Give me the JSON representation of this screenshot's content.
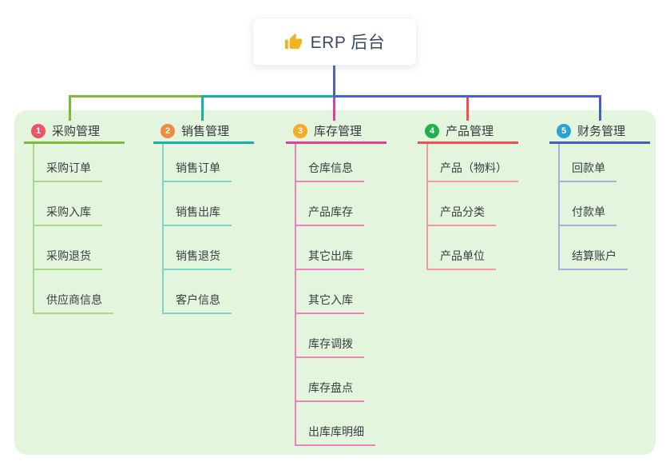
{
  "root": {
    "title": "ERP 后台",
    "icon": "thumbs-up-icon",
    "icon_color": "#f3b11b",
    "connector_color": "#4a60c4"
  },
  "panel": {
    "background": "#e3f5dd"
  },
  "branches": [
    {
      "index": "1",
      "label": "采购管理",
      "badge_color": "#ee5463",
      "line_color": "#7cb93e",
      "child_line_color": "#a9d88a",
      "children": [
        "采购订单",
        "采购入库",
        "采购退货",
        "供应商信息"
      ]
    },
    {
      "index": "2",
      "label": "销售管理",
      "badge_color": "#f08a3d",
      "line_color": "#14b3a6",
      "child_line_color": "#7fd3cb",
      "children": [
        "销售订单",
        "销售出库",
        "销售退货",
        "客户信息"
      ]
    },
    {
      "index": "3",
      "label": "库存管理",
      "badge_color": "#f5ad25",
      "line_color": "#e23e97",
      "child_line_color": "#ef80bd",
      "children": [
        "仓库信息",
        "产品库存",
        "其它出库",
        "其它入库",
        "库存调拨",
        "库存盘点",
        "出库库明细"
      ]
    },
    {
      "index": "4",
      "label": "产品管理",
      "badge_color": "#21b04a",
      "line_color": "#f05052",
      "child_line_color": "#f59a9c",
      "children": [
        "产品（物料）",
        "产品分类",
        "产品单位"
      ]
    },
    {
      "index": "5",
      "label": "财务管理",
      "badge_color": "#2aa0d8",
      "line_color": "#4061c1",
      "child_line_color": "#9fb3da",
      "children": [
        "回款单",
        "付款单",
        "结算账户"
      ]
    }
  ]
}
